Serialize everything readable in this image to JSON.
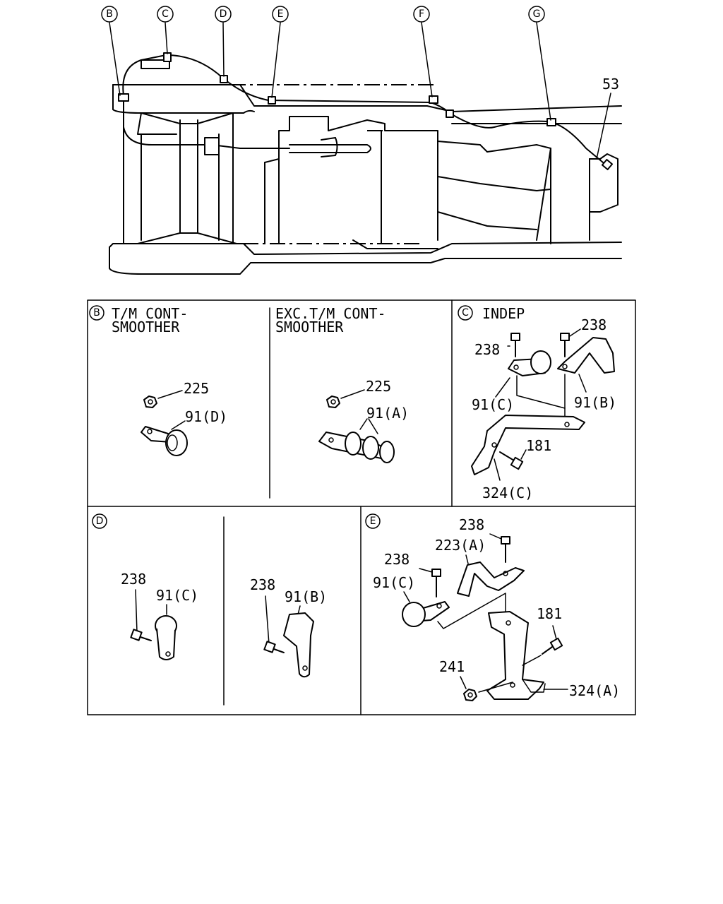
{
  "callouts": {
    "B": "B",
    "C": "C",
    "D": "D",
    "E": "E",
    "F": "F",
    "G": "G"
  },
  "overview": {
    "part_53": "53"
  },
  "panel_b": {
    "marker": "B",
    "left_title_1": "T/M CONT-",
    "left_title_2": "SMOOTHER",
    "right_title_1": "EXC.T/M CONT-",
    "right_title_2": "SMOOTHER",
    "left_nut": "225",
    "left_clip": "91(D)",
    "right_nut": "225",
    "right_clip": "91(A)"
  },
  "panel_c": {
    "marker": "C",
    "title": "INDEP",
    "bolt_right": "238",
    "bolt_left": "238",
    "clip_c": "91(C)",
    "clip_b": "91(B)",
    "bolt_181": "181",
    "bracket": "324(C)"
  },
  "panel_d": {
    "marker": "D",
    "left_bolt": "238",
    "left_clip": "91(C)",
    "right_bolt": "238",
    "right_clip": "91(B)"
  },
  "panel_e": {
    "marker": "E",
    "bolt_top": "238",
    "clip_223": "223(A)",
    "bolt_mid": "238",
    "clip_c": "91(C)",
    "bolt_181": "181",
    "nut_241": "241",
    "bracket": "324(A)"
  }
}
